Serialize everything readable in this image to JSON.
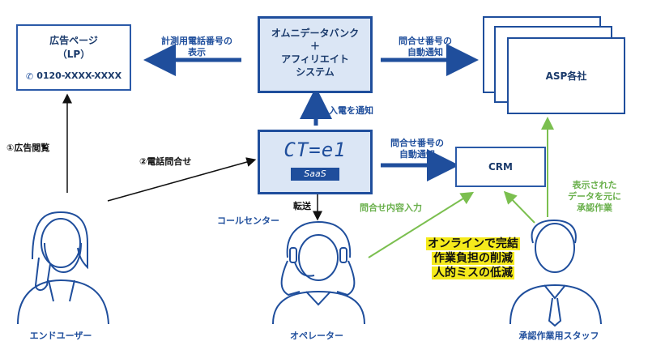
{
  "lp_box": {
    "title": "広告ページ",
    "subtitle": "（LP）",
    "phone": "0120-XXXX-XXXX"
  },
  "omni_box": {
    "line1": "オムニデータバンク",
    "line2": "＋",
    "line3": "アフィリエイト",
    "line4": "システム"
  },
  "asp_box": {
    "label": "ASP各社"
  },
  "ctel_box": {
    "logo_text": "CT=e1",
    "logo_sub": "SaaS"
  },
  "crm_box": {
    "label": "CRM"
  },
  "labels": {
    "tracking_phone": [
      "計測用電話番号の",
      "表示"
    ],
    "inquiry_notify_top": [
      "問合せ番号の",
      "自動通知"
    ],
    "incoming_notify": "入電を通知",
    "inquiry_notify_mid": [
      "問合せ番号の",
      "自動通知"
    ],
    "ad_view": "①広告閲覧",
    "phone_inquiry": "②電話問合せ",
    "transfer": "転送",
    "call_center": "コールセンター",
    "inquiry_input": "問合せ内容入力",
    "staff_note": [
      "表示された",
      "データを元に",
      "承認作業"
    ]
  },
  "highlight": [
    "オンラインで完結",
    "作業負担の削減",
    "人的ミスの低減"
  ],
  "people": {
    "end_user": "エンドユーザー",
    "operator": "オペレーター",
    "staff": "承認作業用スタッフ"
  },
  "colors": {
    "primary": "#1f4e9c",
    "box_fill": "#dbe6f5",
    "green": "#7bbf4f",
    "highlight": "#f5ea1c"
  }
}
